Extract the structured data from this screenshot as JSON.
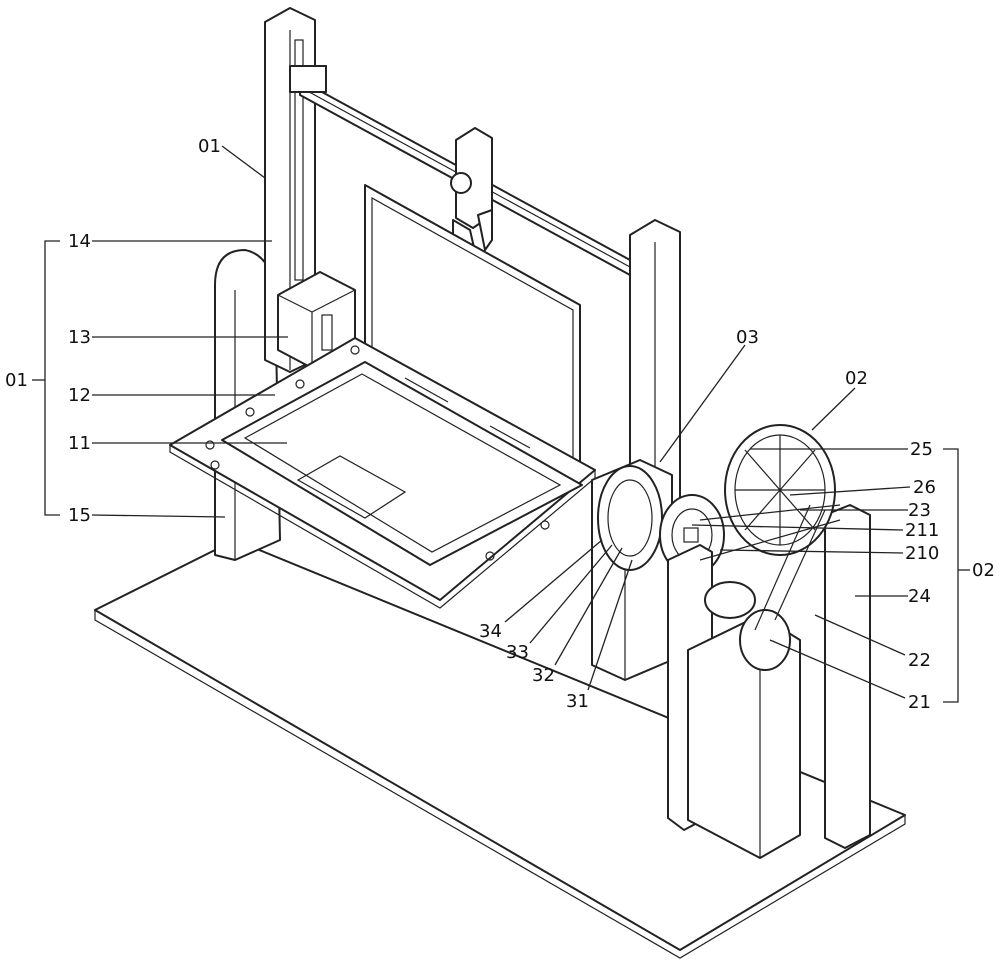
{
  "figure": {
    "labels": {
      "l01_top": "01",
      "l14": "14",
      "l13": "13",
      "l12": "12",
      "l11": "11",
      "l15": "15",
      "l01_group": "01",
      "l03": "03",
      "l02_top": "02",
      "l25": "25",
      "l26": "26",
      "l23": "23",
      "l211": "211",
      "l210": "210",
      "l24": "24",
      "l22": "22",
      "l21": "21",
      "l02_group": "02",
      "l34": "34",
      "l33": "33",
      "l32": "32",
      "l31": "31"
    }
  }
}
